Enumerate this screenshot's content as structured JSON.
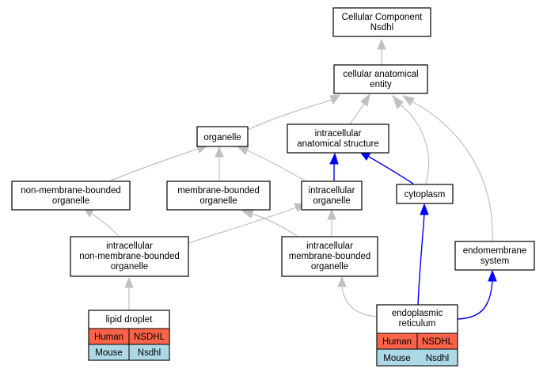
{
  "nodes": {
    "root": {
      "line1": "Cellular Component",
      "line2": "Nsdhl"
    },
    "cae": {
      "line1": "cellular anatomical",
      "line2": "entity"
    },
    "organelle": {
      "line1": "organelle"
    },
    "ias": {
      "line1": "intracellular",
      "line2": "anatomical structure"
    },
    "nmbo": {
      "line1": "non-membrane-bounded",
      "line2": "organelle"
    },
    "mbo": {
      "line1": "membrane-bounded",
      "line2": "organelle"
    },
    "io": {
      "line1": "intracellular",
      "line2": "organelle"
    },
    "cyto": {
      "line1": "cytoplasm"
    },
    "inmbo": {
      "line1": "intracellular",
      "line2": "non-membrane-bounded",
      "line3": "organelle"
    },
    "imbo": {
      "line1": "intracellular",
      "line2": "membrane-bounded",
      "line3": "organelle"
    },
    "endo": {
      "line1": "endomembrane",
      "line2": "system"
    },
    "ld": {
      "title": "lipid droplet",
      "human_label": "Human",
      "human_gene": "NSDHL",
      "mouse_label": "Mouse",
      "mouse_gene": "Nsdhl"
    },
    "er": {
      "line1": "endoplasmic",
      "line2": "reticulum",
      "human_label": "Human",
      "human_gene": "NSDHL",
      "mouse_label": "Mouse",
      "mouse_gene": "Nsdhl"
    }
  },
  "colors": {
    "human_row": "#fa6348",
    "mouse_row": "#add8e6",
    "edge_is_a": "#c0c0c0",
    "edge_part_of": "#0000ff"
  }
}
